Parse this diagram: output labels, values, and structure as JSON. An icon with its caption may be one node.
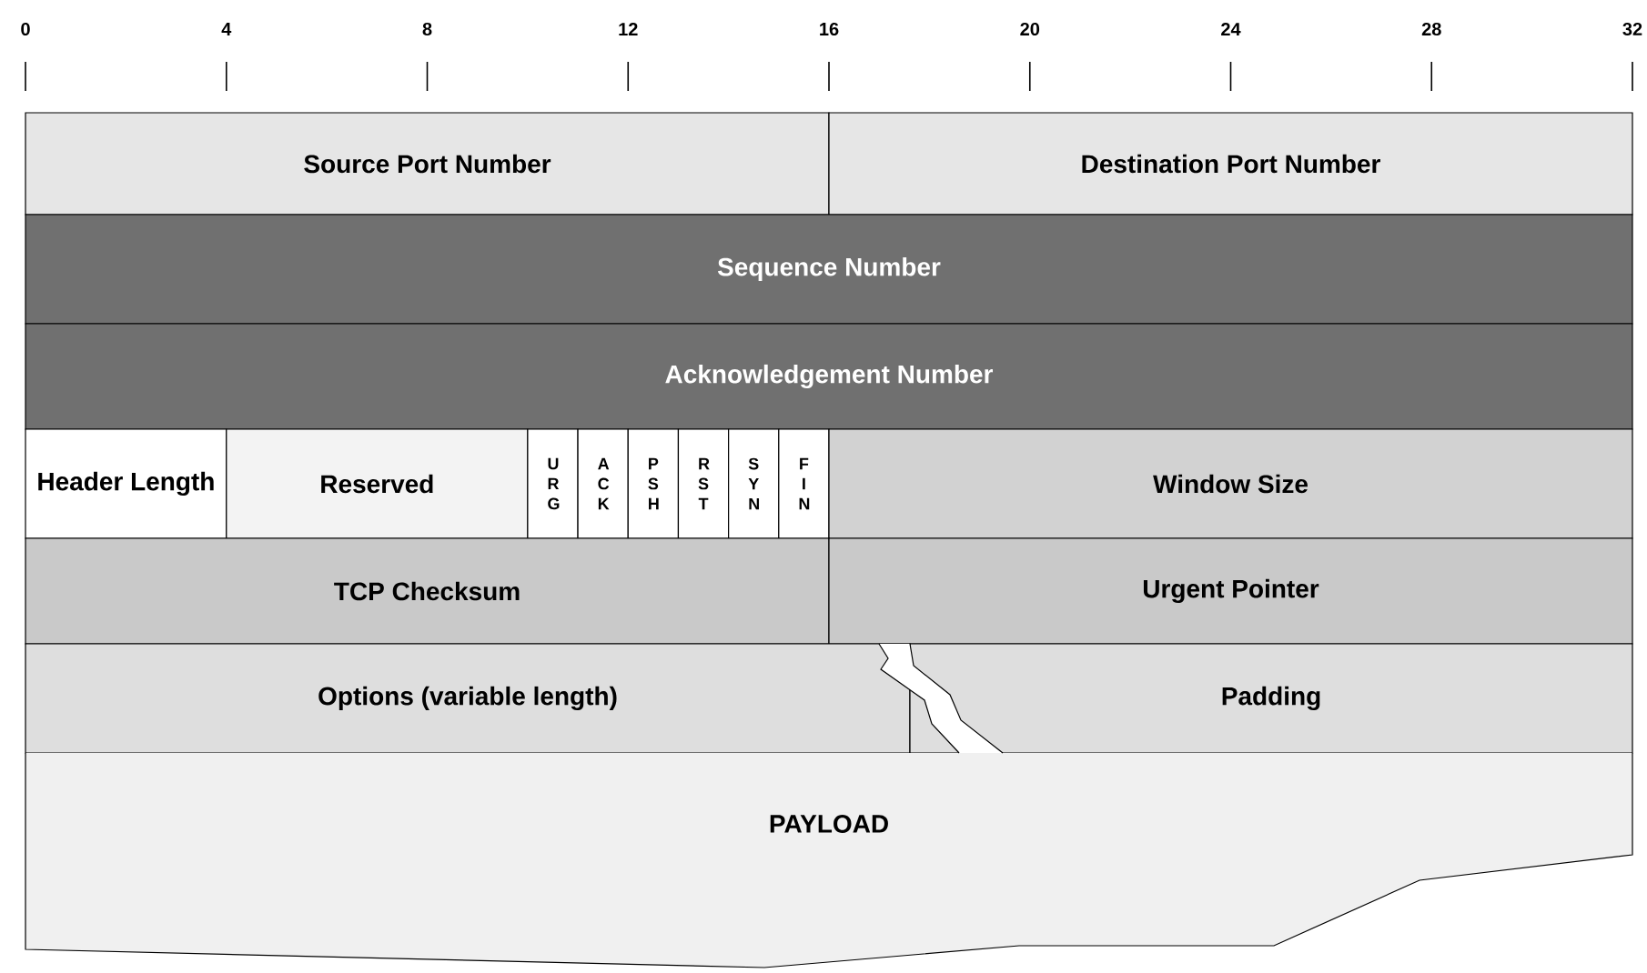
{
  "diagram": {
    "nodes": [
      {
        "text": [
          "Source Port Number"
        ]
      },
      {
        "text": [
          "Destination Port Number"
        ]
      },
      {
        "text": [
          "Sequence Number"
        ]
      },
      {
        "text": [
          "Acknowledgement Number"
        ]
      },
      {
        "text": [
          "Header Length"
        ]
      },
      {
        "text": [
          "Reserved"
        ]
      },
      {
        "text": [
          "U R G"
        ]
      },
      {
        "text": [
          "A C K"
        ]
      },
      {
        "text": [
          "P S H"
        ]
      },
      {
        "text": [
          "R S T"
        ]
      },
      {
        "text": [
          "S Y N"
        ]
      },
      {
        "text": [
          "F I N"
        ]
      },
      {
        "text": [
          "Window Size"
        ]
      },
      {
        "text": [
          "TCP Checksum"
        ]
      },
      {
        "text": [
          "Urgent Pointer"
        ]
      },
      {
        "text": [
          "Options (variable length)"
        ]
      },
      {
        "text": [
          "Padding"
        ]
      },
      {
        "text": [
          "PAYLOAD"
        ]
      }
    ],
    "labels": [
      "0",
      "4",
      "8",
      "12",
      "16",
      "20",
      "24",
      "28",
      "32"
    ]
  }
}
